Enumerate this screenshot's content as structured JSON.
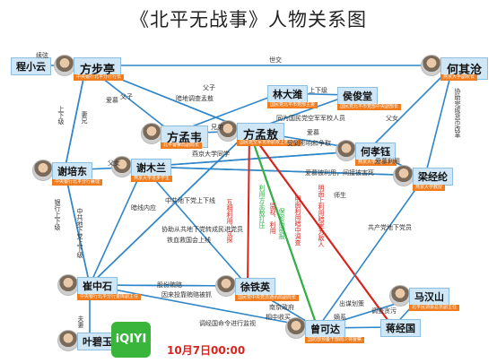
{
  "title": "《北平无战事》人物关系图",
  "nodes": [
    {
      "key": "chengxiaoyun",
      "name": "程小云",
      "role": ""
    },
    {
      "key": "fangbushi",
      "name": "方步亭",
      "role": "中央银行北平分行行长"
    },
    {
      "key": "heqicang",
      "name": "何其沧",
      "role": "燕京大学副校长"
    },
    {
      "key": "linda",
      "name": "林大潍",
      "role": "国民党北平市党部主委"
    },
    {
      "key": "houjuntang",
      "name": "侯俊堂",
      "role": "国民党北平市党部中央副部长"
    },
    {
      "key": "fangmengwei",
      "name": "方孟韦",
      "role": "北平警察局副局长"
    },
    {
      "key": "fangmengao",
      "name": "方孟敖",
      "role": "国民党空军笕桥航校上校教官"
    },
    {
      "key": "hexiaoyu",
      "name": "何孝钰",
      "role": "燕京大学进步学生"
    },
    {
      "key": "xiepeidong",
      "name": "谢培东",
      "role": "中央银行北平分行襄理"
    },
    {
      "key": "xiemulan",
      "name": "谢木兰",
      "role": "燕京大学进步学生"
    },
    {
      "key": "liangjinglun",
      "name": "梁经纶",
      "role": "燕京大学教授"
    },
    {
      "key": "cuizhongshi",
      "name": "崔中石",
      "role": "中央银行北平分行金库副主任"
    },
    {
      "key": "xutieying",
      "name": "徐铁英",
      "role": "国民党中央党员通讯局副局长"
    },
    {
      "key": "mahanshan",
      "name": "马汉山",
      "role": "北平民调会总务副主任"
    },
    {
      "key": "zengkeda",
      "name": "曾可达",
      "role": "国防部预备干部局少将督察"
    },
    {
      "key": "jiangjingguo",
      "name": "蒋经国",
      "role": ""
    },
    {
      "key": "yebiyu",
      "name": "叶碧玉",
      "role": ""
    }
  ],
  "edges": [
    {
      "key": "e1",
      "label": "续弦"
    },
    {
      "key": "e2",
      "label": "世交"
    },
    {
      "key": "e3",
      "label": "上下级"
    },
    {
      "key": "e4",
      "label": "妻兄"
    },
    {
      "key": "e5",
      "label": "父子"
    },
    {
      "key": "e6",
      "label": "父子"
    },
    {
      "key": "e7",
      "label": "爱慕"
    },
    {
      "key": "e8",
      "label": "暗地调查孟敖"
    },
    {
      "key": "e9",
      "label": "兄弟"
    },
    {
      "key": "e10",
      "label": "上下级"
    },
    {
      "key": "e11",
      "label": "父女"
    },
    {
      "key": "e12",
      "label": "协助完成货币改革"
    },
    {
      "key": "e13",
      "label": "同为国民党空军军校人员"
    },
    {
      "key": "e14",
      "label": "爱慕"
    },
    {
      "key": "e15",
      "label": "受到影响和争取"
    },
    {
      "key": "e16",
      "label": "燕京大学同学"
    },
    {
      "key": "e17",
      "label": "父女"
    },
    {
      "key": "e18",
      "label": "爱慕被利用，间接被害死"
    },
    {
      "key": "e19",
      "label": "爱慕利用"
    },
    {
      "key": "e20",
      "label": "师生"
    },
    {
      "key": "e21",
      "label": "银行上下级"
    },
    {
      "key": "e22",
      "label": "中共地下党上下级"
    },
    {
      "key": "e23",
      "label": "中共地下党上下线"
    },
    {
      "key": "e24",
      "label": "暗线内应"
    },
    {
      "key": "e25",
      "label": "协助从共地下党转成民进党员"
    },
    {
      "key": "e26",
      "label": "铁血救国会上线"
    },
    {
      "key": "e27",
      "label": "互相利用、试探"
    },
    {
      "key": "e28",
      "label": "监视、利用"
    },
    {
      "key": "e29",
      "label": "利用方孟敖打压"
    },
    {
      "key": "e30",
      "label": "保密局密报"
    },
    {
      "key": "e31",
      "label": "明面利用暗中调查"
    },
    {
      "key": "e32",
      "label": "明面上利用暗里为敌人"
    },
    {
      "key": "e33",
      "label": "共产党地下党员"
    },
    {
      "key": "e34",
      "label": "股份贿赂"
    },
    {
      "key": "e35",
      "label": "因来投靠贿赂被抓"
    },
    {
      "key": "e36",
      "label": "南京政府"
    },
    {
      "key": "e37",
      "label": "相中收买"
    },
    {
      "key": "e38",
      "label": "出谋划策"
    },
    {
      "key": "e39",
      "label": "嫡系"
    },
    {
      "key": "e40",
      "label": "调查贪污"
    },
    {
      "key": "e41",
      "label": "调经国命令进行监视"
    },
    {
      "key": "e42",
      "label": "夫妻"
    }
  ],
  "footer": {
    "logo": "iQIYI",
    "date": "10月7日00:00"
  },
  "colors": {
    "blue_line": "#2f86c8",
    "red_line": "#d9231d",
    "green_line": "#2fb34a",
    "role_bg": "#ef7d1f",
    "name_bg": "#cfe6f6"
  }
}
